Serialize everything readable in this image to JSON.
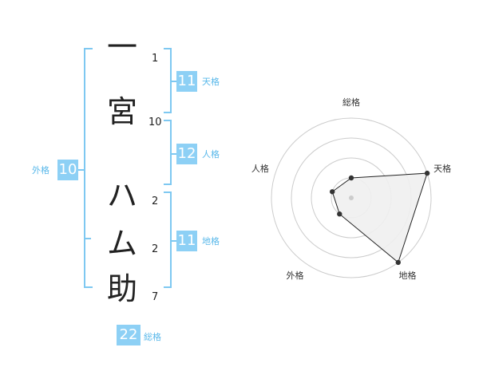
{
  "name": {
    "characters": [
      {
        "char": "一",
        "strokes": "1"
      },
      {
        "char": "宮",
        "strokes": "10"
      },
      {
        "char": "ハ",
        "strokes": "2"
      },
      {
        "char": "ム",
        "strokes": "2"
      },
      {
        "char": "助",
        "strokes": "7"
      }
    ]
  },
  "fortunes": {
    "tenkaku": {
      "value": "11",
      "label": "天格"
    },
    "jinkaku": {
      "value": "12",
      "label": "人格"
    },
    "chikaku": {
      "value": "11",
      "label": "地格"
    },
    "gaikaku": {
      "value": "10",
      "label": "外格"
    },
    "soukaku": {
      "value": "22",
      "label": "総格"
    }
  },
  "radar": {
    "axes": [
      "総格",
      "天格",
      "地格",
      "外格",
      "人格"
    ],
    "levels": 4,
    "values": [
      0.25,
      1.0,
      1.0,
      0.25,
      0.25
    ],
    "colors": {
      "ring": "#cccccc",
      "fill": "#f0f0f0",
      "line": "#222222",
      "point": "#333333",
      "center": "#cccccc"
    }
  }
}
